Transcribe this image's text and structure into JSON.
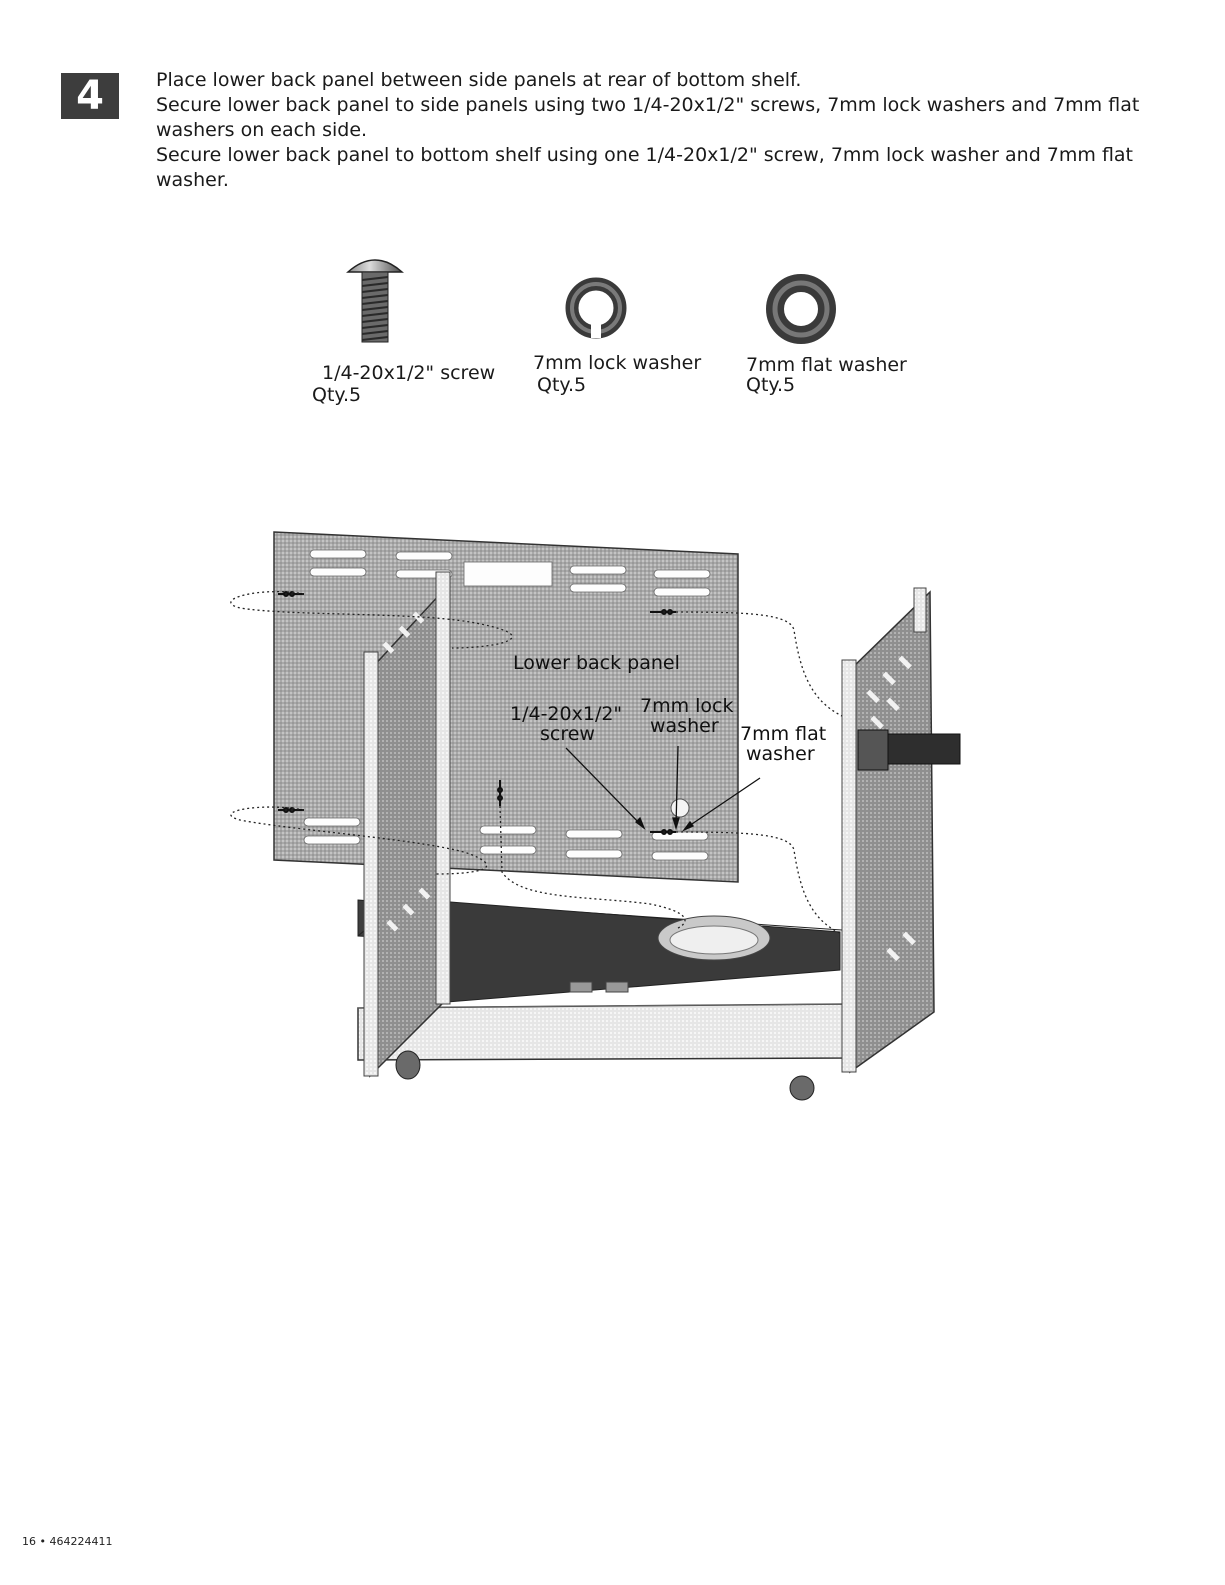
{
  "step": {
    "number": "4"
  },
  "instructions": [
    "Place lower back panel between side panels at rear of bottom shelf.",
    "Secure lower back panel to side panels using two 1/4-20x1/2\" screws, 7mm lock washers and 7mm flat",
    "washers on each side.",
    "Secure lower back panel to bottom shelf using one 1/4-20x1/2\" screw, 7mm lock washer and 7mm flat",
    "washer."
  ],
  "parts": [
    {
      "name": "1/4-20x1/2\" screw",
      "qty": "Qty.5",
      "icon": "screw-icon"
    },
    {
      "name": "7mm lock washer",
      "qty": "Qty.5",
      "icon": "lock-washer-icon"
    },
    {
      "name": "7mm flat washer",
      "qty": "Qty.5",
      "icon": "flat-washer-icon"
    }
  ],
  "diagram": {
    "panel_label": "Lower back panel",
    "screw_label_line1": "1/4-20x1/2\"",
    "screw_label_line2": "screw",
    "lock_washer_line1": "7mm lock",
    "lock_washer_line2": "washer",
    "flat_washer_line1": "7mm flat",
    "flat_washer_line2": "washer"
  },
  "footer": {
    "page": "16 • 464224411"
  }
}
